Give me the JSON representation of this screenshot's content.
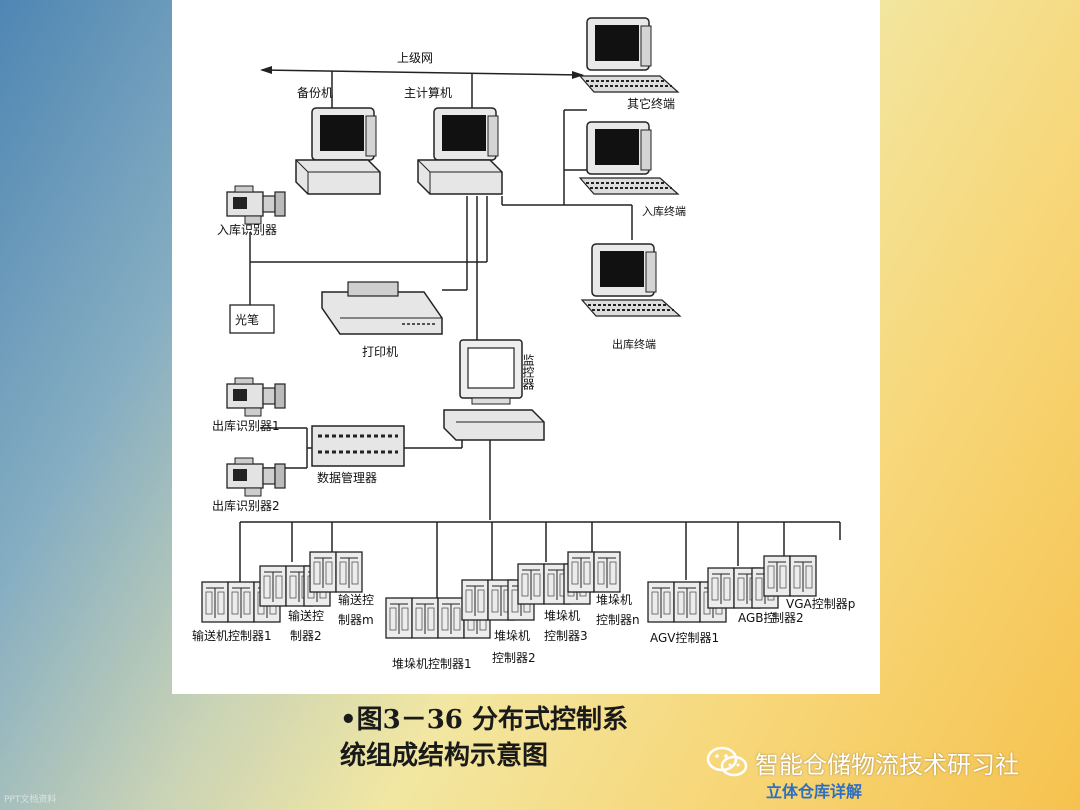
{
  "labels": {
    "upper_net": "上级网",
    "backup": "备份机",
    "main_computer": "主计算机",
    "other_terminal": "其它终端",
    "in_terminal": "入库终端",
    "out_terminal": "出库终端",
    "in_recognizer": "入库识别器",
    "light_pen": "光笔",
    "printer": "打印机",
    "monitor": "监控器",
    "out_recognizer_1": "出库识别器1",
    "out_recognizer_2": "出库识别器2",
    "data_manager": "数据管理器",
    "conv_ctrl_1": "输送机控制器1",
    "conv_ctrl_2_line1": "输送控",
    "conv_ctrl_2_line2": "制器2",
    "conv_ctrl_m_line1": "输送控",
    "conv_ctrl_m_line2": "制器m",
    "stacker_ctrl_1": "堆垛机控制器1",
    "stacker_ctrl_2_line1": "堆垛机",
    "stacker_ctrl_2_line2": "控制器2",
    "stacker_ctrl_3_line1": "堆垛机",
    "stacker_ctrl_3_line2": "控制器3",
    "stacker_ctrl_n_line1": "堆垛机",
    "stacker_ctrl_n_line2": "控制器n",
    "agv_ctrl_1": "AGV控制器1",
    "agb_ctrl_2_line1": "AGB控",
    "agb_ctrl_2_line2": "制器2",
    "vga_ctrl_p": "VGA控制器p"
  },
  "caption": {
    "line1": "•图3－36  分布式控制系",
    "line2": "统组成结构示意图"
  },
  "watermark": {
    "icon": "wechat-icon",
    "text": "智能仓储物流技术研习社",
    "subtitle": "立体仓库详解",
    "corner": "PPT文档资料"
  },
  "colors": {
    "panel": "#ffffff",
    "line": "#222222",
    "subtitle": "#2f6fbf"
  }
}
